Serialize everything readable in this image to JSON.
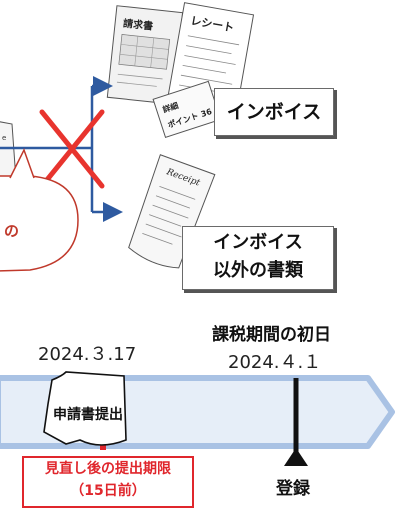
{
  "documents": {
    "seikyusho": "請求書",
    "receipt_ja": "レシート",
    "point_card": "詳細\nポイント 36",
    "receipt_en": "Receipt",
    "receipt_small": "Receipt"
  },
  "boxes": {
    "invoice": "インボイス",
    "non_invoice_line1": "インボイス",
    "non_invoice_line2": "以外の書類"
  },
  "bubble": {
    "fragment": "の"
  },
  "timeline": {
    "date_left": "2024.３.17",
    "label_right_title": "課税期間の初日",
    "date_right": "2024.４.１",
    "submit": "申請書提出",
    "deadline_line1": "見直し後の提出期限",
    "deadline_line2": "（15日前）",
    "register": "登録"
  },
  "colors": {
    "arrow_blue": "#2e5aa0",
    "cross_red": "#e8342e",
    "bubble_red": "#c0392b",
    "timeline_fill": "#e6eef8",
    "timeline_stroke": "#a9c2e4",
    "deadline_red": "#e0262c"
  }
}
